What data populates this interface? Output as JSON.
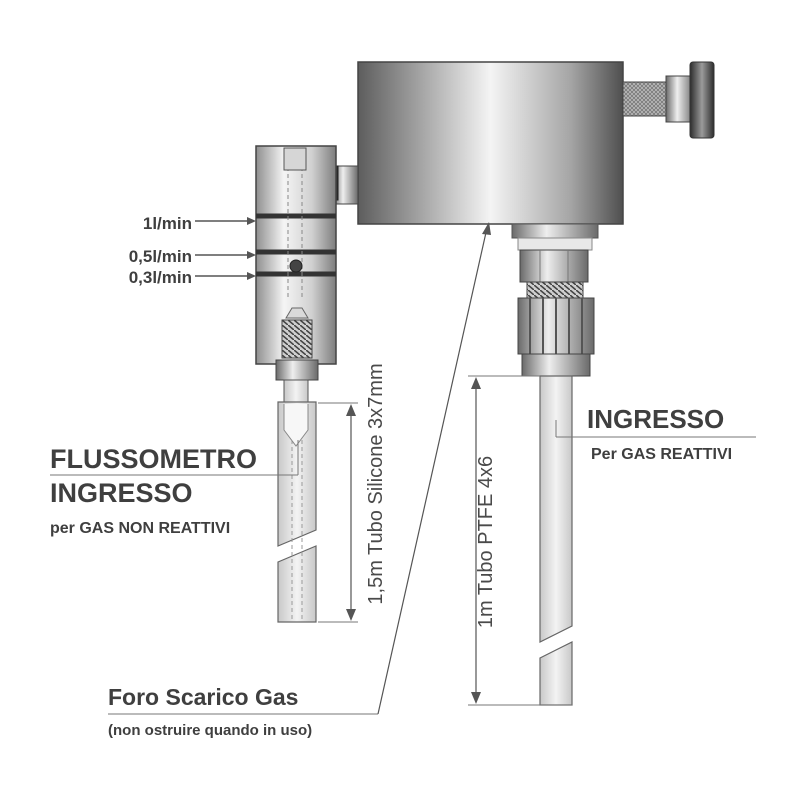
{
  "labels": {
    "flow_1": "1l/min",
    "flow_05": "0,5l/min",
    "flow_03": "0,3l/min",
    "flowmeter_title": "FLUSSOMETRO",
    "flowmeter_inlet": "INGRESSO",
    "flowmeter_inlet_sub": "per GAS NON REATTIVI",
    "reactive_inlet": "INGRESSO",
    "reactive_inlet_sub": "Per GAS REATTIVI",
    "silicone_tube": "1,5m Tubo Silicone 3x7mm",
    "ptfe_tube": "1m Tubo PTFE 4x6",
    "exhaust_title": "Foro Scarico Gas",
    "exhaust_sub": "(non ostruire quando in uso)"
  },
  "colors": {
    "text": "#3f3f3f",
    "leader": "#555555",
    "metal_dark": "#5a5a5a",
    "metal_light": "#f2f2f2",
    "tube": "#e2e2e2"
  }
}
